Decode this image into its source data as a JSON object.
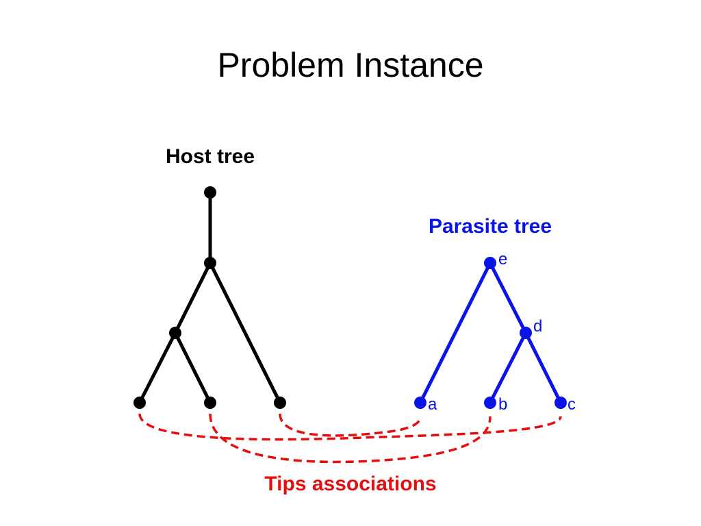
{
  "slide": {
    "title": "Problem Instance",
    "colors": {
      "host": "#000000",
      "parasite": "#0a14e6",
      "association": "#e60f0f"
    }
  },
  "host_tree": {
    "label": "Host tree"
  },
  "parasite_tree": {
    "label": "Parasite tree",
    "nodes": {
      "e": "e",
      "d": "d",
      "a": "a",
      "b": "b",
      "c": "c"
    }
  },
  "associations": {
    "label": "Tips associations"
  }
}
